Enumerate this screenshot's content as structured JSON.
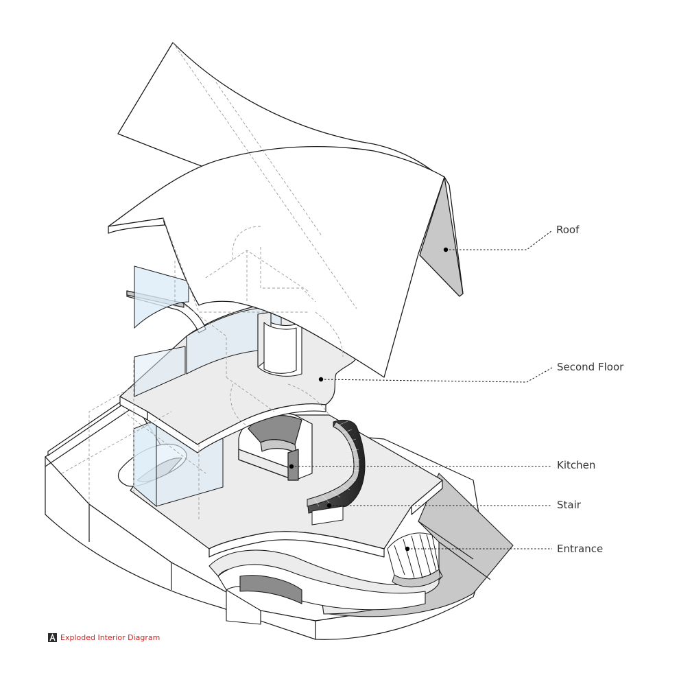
{
  "labels": {
    "roof": "Roof",
    "second_floor": "Second Floor",
    "kitchen": "Kitchen",
    "stair": "Stair",
    "entrance": "Entrance"
  },
  "caption": {
    "text": "Exploded Interior Diagram"
  },
  "colors": {
    "line": "#1a1a1a",
    "dashed": "#9a9a9a",
    "shade_dark": "#8c8c8c",
    "shade_mid": "#c8c8c8",
    "shade_light": "#ececec",
    "glass": "#dcecf7",
    "caption": "#d21f1f",
    "label": "#333333"
  }
}
